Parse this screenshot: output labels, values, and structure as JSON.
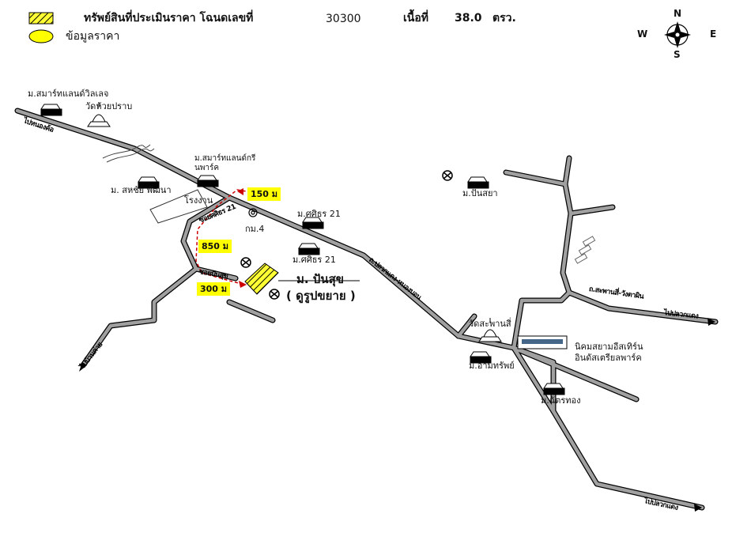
{
  "legend": {
    "property_label": "ทรัพย์สินที่ประเมินราคา โฉนดเลขที่",
    "deed_number": "30300",
    "area_label": "เนื้อที่",
    "area_value": "38.0",
    "area_unit": "ตรว.",
    "price_info_label": "ข้อมูลราคา",
    "property_color": "#ffff33",
    "price_info_color": "#ffff00"
  },
  "compass": {
    "n": "N",
    "s": "S",
    "e": "E",
    "w": "W"
  },
  "places": {
    "smart_land_village": "ม.สมาร์ทแลนด์วิลเลจ",
    "wat_huai_prab": "วัดห้วยปราบ",
    "smart_land_green_park": "ม.สมาร์ทแลนด์กรีนพาร์ค",
    "sahachai_pattana": "ม. สหชัย พัฒนา",
    "factory": "โรงงาน",
    "km4": "กม.4",
    "sirin21_a": "ม.ศศิธร 21",
    "sirin21_b": "ม.ศศิธร 21",
    "pansuk": "ม. ปันสุข",
    "subject_note": "( ดูรูปขยาย )",
    "pansaya": "ม.ปันสยา",
    "wat_saphan": "วัดสะพานสี่",
    "eastern_industrial_1": "นิคมสยามอีสเทิร์น",
    "eastern_industrial_2": "อินดัสเตรียลพาร์ค",
    "arm_sap": "ม.อามทรัพย์",
    "chatthong": "ม.ฉัตรทอง"
  },
  "distances": {
    "d150": "150 ม",
    "d850": "850 ม",
    "d300": "300 ม"
  },
  "road_labels": {
    "nong_kho": "ไปหนองค้อ",
    "ban_khai": "ไปบ้านค่าย",
    "sappan4": "ถ.สะพานสี่-วังตาผิน",
    "plaeng": "ไปปลวกแดง",
    "plaeng_long": "ไปปลวกแดง",
    "main_hwy": "ถ.ปลวกแดง-หนองบอน",
    "soi_a": "ซอยศศิธร 21",
    "soi_b": "ซอยปันสุข"
  }
}
